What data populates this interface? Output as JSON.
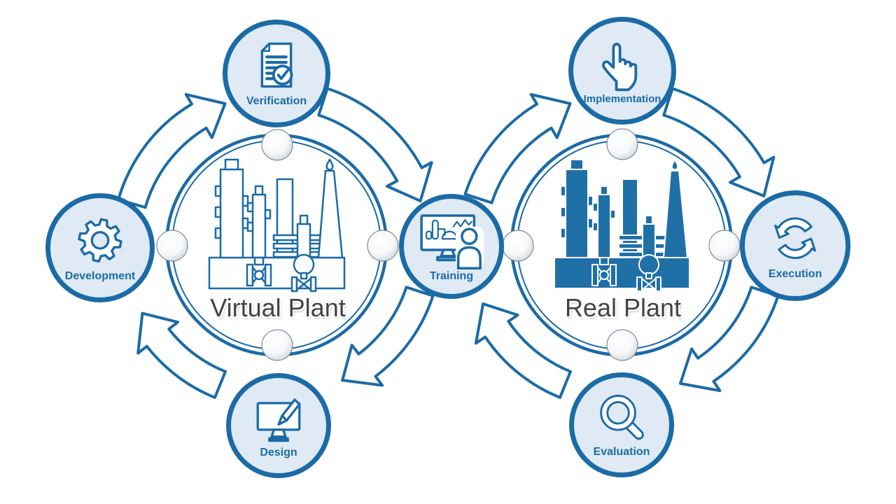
{
  "diagram": {
    "title_left": "Virtual Plant",
    "title_right": "Real Plant",
    "nodes": [
      {
        "id": "verification",
        "label": "Verification",
        "icon": "document-check-icon"
      },
      {
        "id": "development",
        "label": "Development",
        "icon": "gear-icon"
      },
      {
        "id": "design",
        "label": "Design",
        "icon": "monitor-pencil-icon"
      },
      {
        "id": "training",
        "label": "Training",
        "icon": "trainer-screen-icon"
      },
      {
        "id": "implementation",
        "label": "Implementation",
        "icon": "hand-click-icon"
      },
      {
        "id": "execution",
        "label": "Execution",
        "icon": "cycle-arrows-icon"
      },
      {
        "id": "evaluation",
        "label": "Evaluation",
        "icon": "magnifier-icon"
      }
    ],
    "colors": {
      "primary": "#1b6ba6",
      "node_fill": "#dfeaf5",
      "plant_solid": "#2070a8",
      "title_text": "#414349"
    }
  }
}
